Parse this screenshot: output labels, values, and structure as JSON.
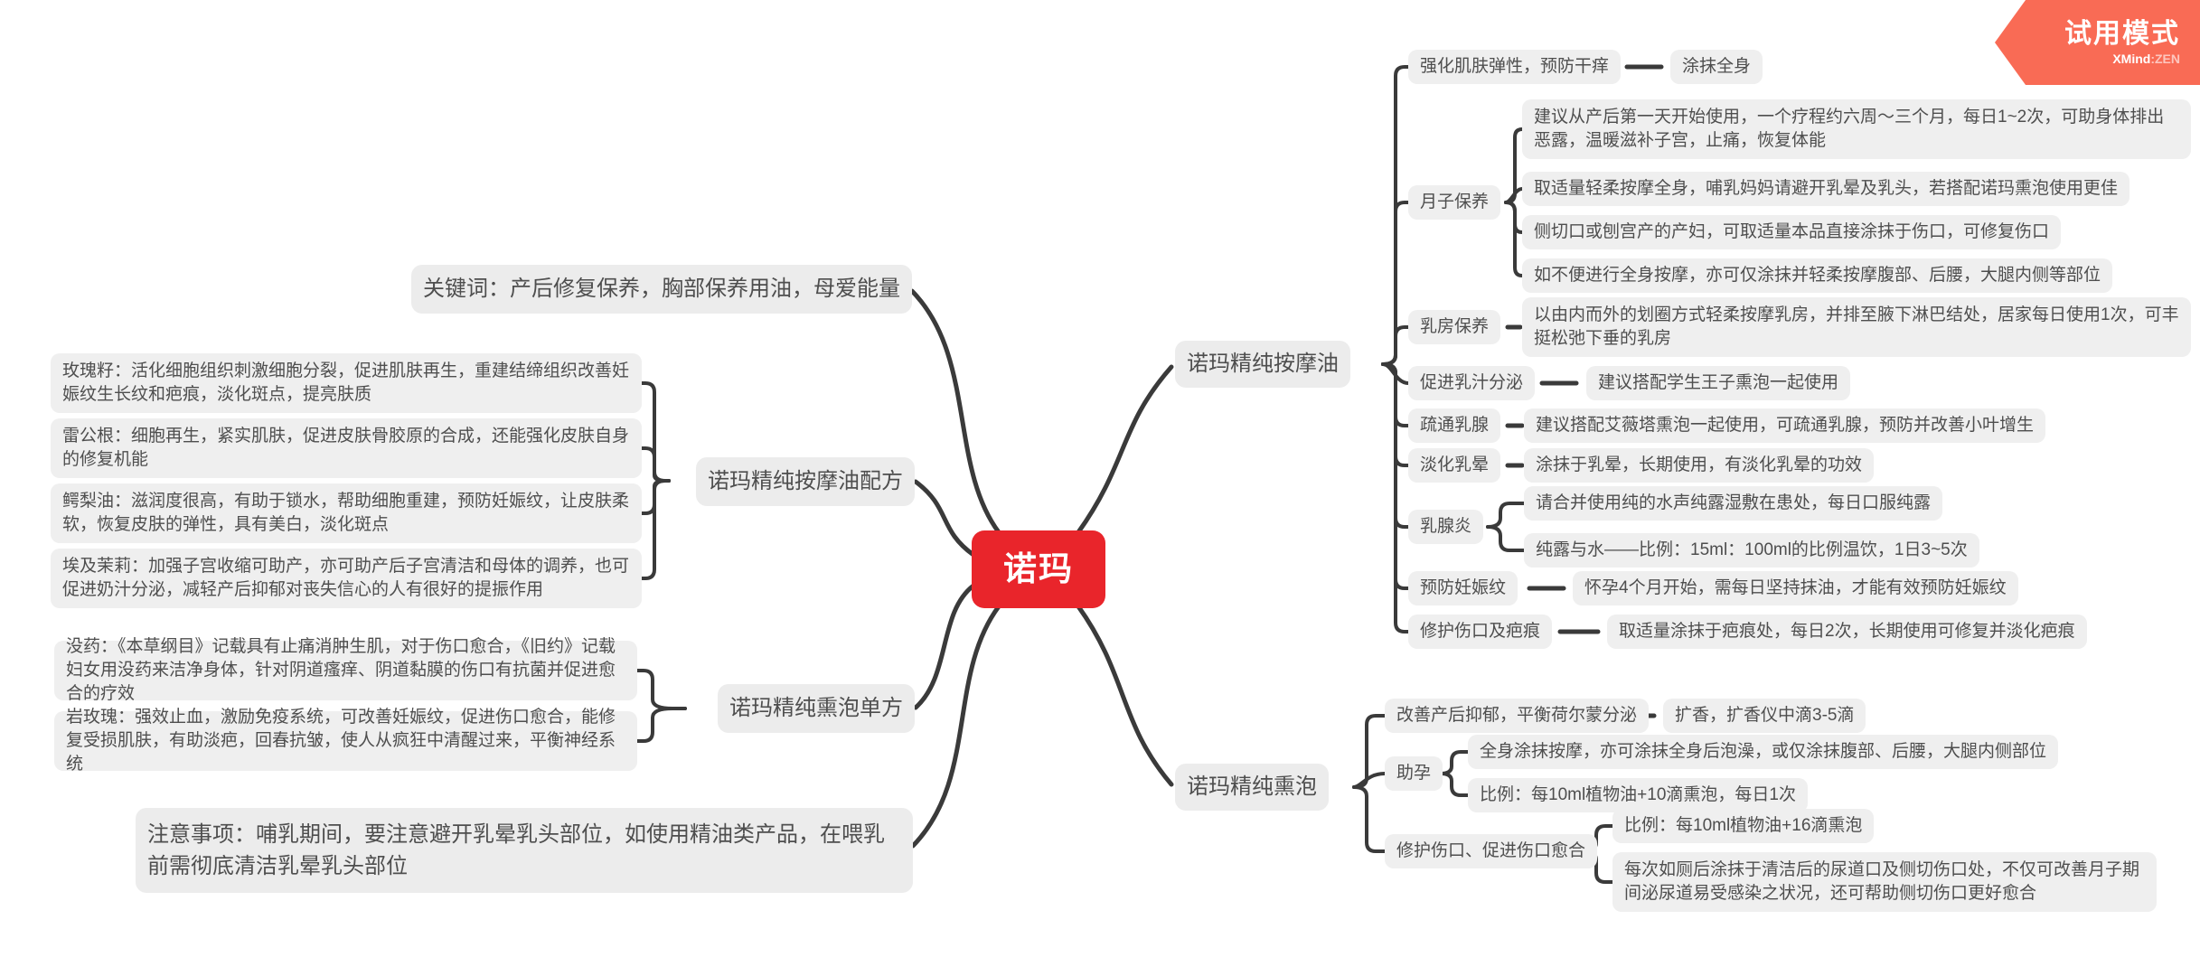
{
  "badge": {
    "title": "试用模式",
    "brand": "XMind",
    "brand_suffix": ":ZEN"
  },
  "root": {
    "label": "诺玛"
  },
  "colors": {
    "root_bg": "#e9252b",
    "node_bg": "#efefef",
    "text": "#4e4e4e",
    "line": "#3a3a3a",
    "badge_bg": "#f96b55"
  },
  "left": {
    "keyword": "关键词：产后修复保养，胸部保养用油，母爱能量",
    "massage_oil_formula": {
      "label": "诺玛精纯按摩油配方",
      "children": [
        "玫瑰籽：活化细胞组织刺激细胞分裂，促进肌肤再生，重建结缔组织改善妊娠纹生长纹和疤痕，淡化斑点，提亮肤质",
        "雷公根：细胞再生，紧实肌肤，促进皮肤骨胶原的合成，还能强化皮肤自身的修复机能",
        "鳄梨油：滋润度很高，有助于锁水，帮助细胞重建，预防妊娠纹，让皮肤柔软，恢复皮肤的弹性，具有美白，淡化斑点",
        "埃及茉莉：加强子宫收缩可助产，亦可助产后子宫清洁和母体的调养，也可促进奶汁分泌，减轻产后抑郁对丧失信心的人有很好的提振作用"
      ]
    },
    "bath_formula": {
      "label": "诺玛精纯熏泡单方",
      "children": [
        "没药：《本草纲目》记载具有止痛消肿生肌，对于伤口愈合，《旧约》记载妇女用没药来洁净身体，针对阴道瘙痒、阴道黏膜的伤口有抗菌并促进愈合的疗效",
        "岩玫瑰：强效止血，激励免疫系统，可改善妊娠纹，促进伤口愈合，能修复受损肌肤，有助淡疤，回春抗皱，使人从疯狂中清醒过来，平衡神经系统"
      ]
    },
    "note": "注意事项：哺乳期间，要注意避开乳晕乳头部位，如使用精油类产品，在喂乳前需彻底清洁乳晕乳头部位"
  },
  "right": {
    "massage_oil": {
      "label": "诺玛精纯按摩油",
      "topics": [
        {
          "label": "强化肌肤弹性，预防干痒",
          "detail": "涂抹全身"
        },
        {
          "label": "月子保养",
          "children": [
            "建议从产后第一天开始使用，一个疗程约六周～三个月，每日1~2次，可助身体排出恶露，温暖滋补子宫，止痛，恢复体能",
            "取适量轻柔按摩全身，哺乳妈妈请避开乳晕及乳头，若搭配诺玛熏泡使用更佳",
            "侧切口或刨宫产的产妇，可取适量本品直接涂抹于伤口，可修复伤口",
            "如不便进行全身按摩，亦可仅涂抹并轻柔按摩腹部、后腰，大腿内侧等部位"
          ]
        },
        {
          "label": "乳房保养",
          "detail": "以由内而外的划圈方式轻柔按摩乳房，并排至腋下淋巴结处，居家每日使用1次，可丰挺松弛下垂的乳房"
        },
        {
          "label": "促进乳汁分泌",
          "detail": "建议搭配学生王子熏泡一起使用"
        },
        {
          "label": "疏通乳腺",
          "detail": "建议搭配艾薇塔熏泡一起使用，可疏通乳腺，预防并改善小叶增生"
        },
        {
          "label": "淡化乳晕",
          "detail": "涂抹于乳晕，长期使用，有淡化乳晕的功效"
        },
        {
          "label": "乳腺炎",
          "children": [
            "请合并使用纯的水声纯露湿敷在患处，每日口服纯露",
            "纯露与水——比例：15ml：100ml的比例温饮，1日3~5次"
          ]
        },
        {
          "label": "预防妊娠纹",
          "detail": "怀孕4个月开始，需每日坚持抹油，才能有效预防妊娠纹"
        },
        {
          "label": "修护伤口及疤痕",
          "detail": "取适量涂抹于疤痕处，每日2次，长期使用可修复并淡化疤痕"
        }
      ]
    },
    "bath": {
      "label": "诺玛精纯熏泡",
      "topics": [
        {
          "label": "改善产后抑郁，平衡荷尔蒙分泌",
          "detail": "扩香，扩香仪中滴3-5滴"
        },
        {
          "label": "助孕",
          "children": [
            "全身涂抹按摩，亦可涂抹全身后泡澡，或仅涂抹腹部、后腰，大腿内侧部位",
            "比例：每10ml植物油+10滴熏泡，每日1次"
          ]
        },
        {
          "label": "修护伤口、促进伤口愈合",
          "children": [
            "比例：每10ml植物油+16滴熏泡",
            "每次如厕后涂抹于清洁后的尿道口及侧切伤口处，不仅可改善月子期间泌尿道易受感染之状况，还可帮助侧切伤口更好愈合"
          ]
        }
      ]
    }
  }
}
